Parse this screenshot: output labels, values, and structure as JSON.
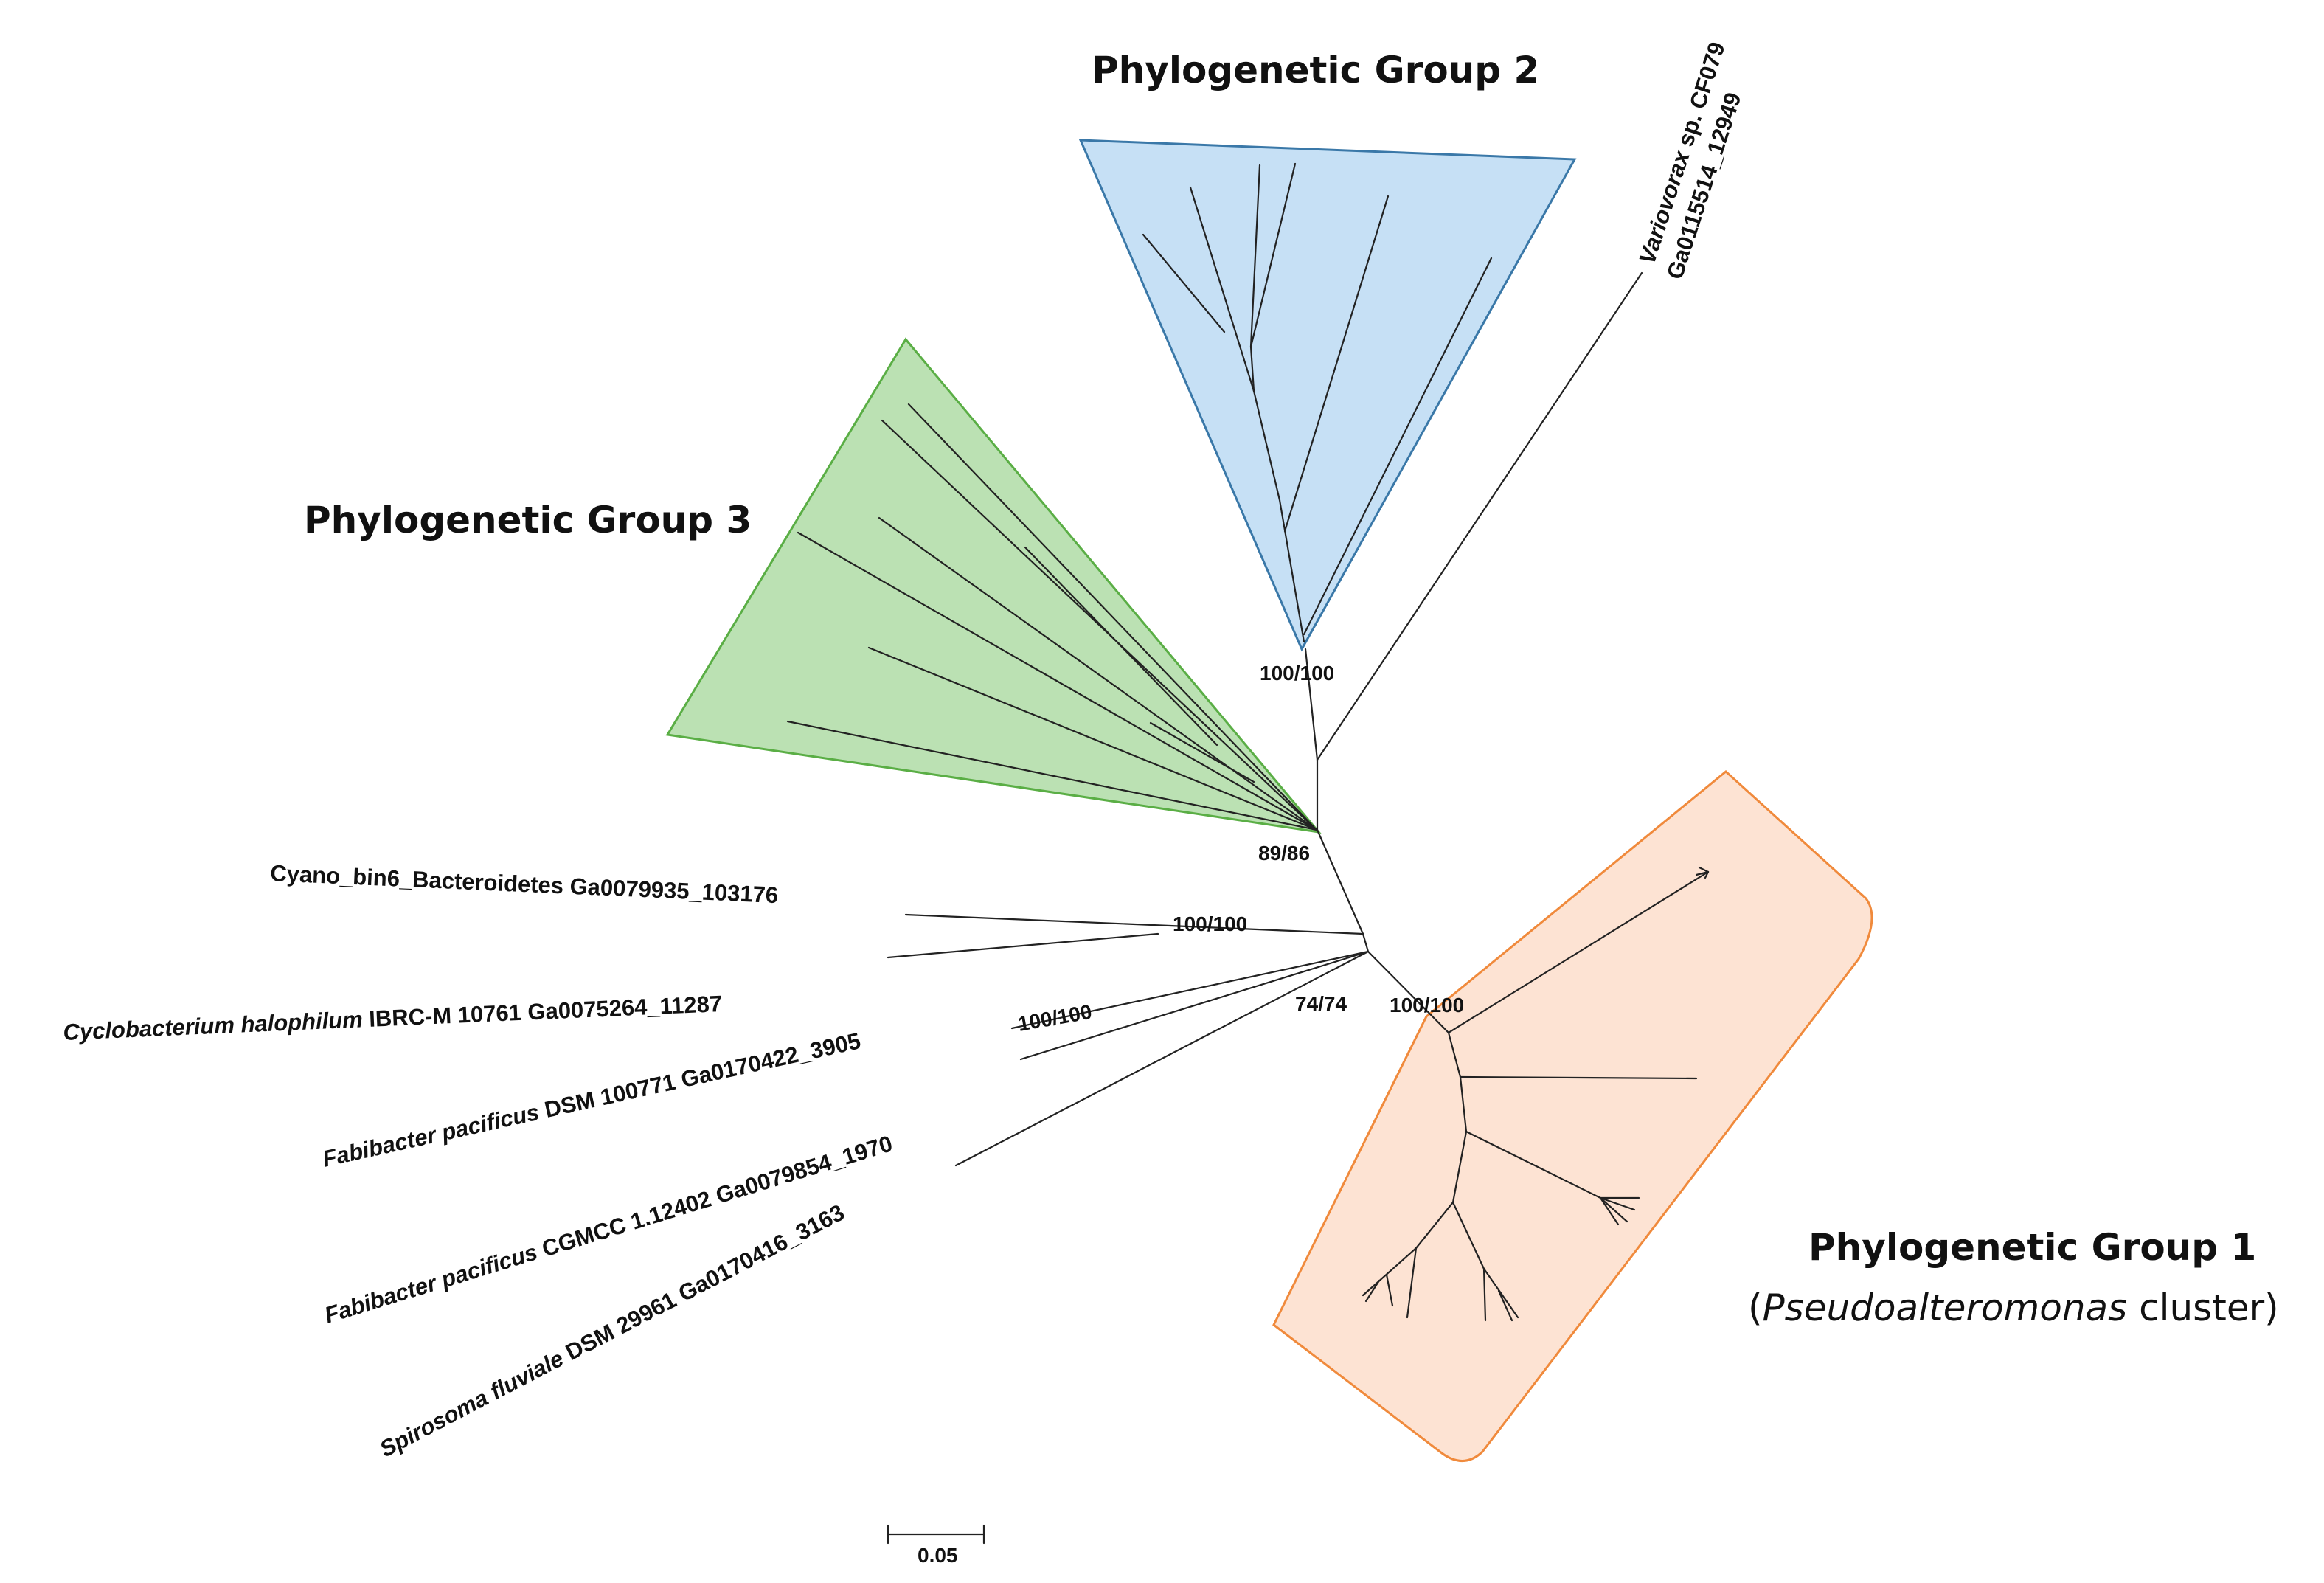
{
  "groups": {
    "g1": {
      "title": "Phylogenetic Group 1",
      "sub_open": "(",
      "sub_italic": "Pseudoalteromonas",
      "sub_close": " cluster)",
      "fill": "#fde3d3",
      "stroke": "#f08a3c"
    },
    "g2": {
      "title": "Phylogenetic Group 2",
      "fill": "#c6e0f5",
      "stroke": "#3a78a8"
    },
    "g3": {
      "title": "Phylogenetic Group 3",
      "fill": "#bbe1b3",
      "stroke": "#5aae45"
    }
  },
  "leaves": {
    "variovorax": {
      "italic": "Variovorax",
      "rest": " sp. CF079",
      "line2": "Ga0115514_12949"
    },
    "cyano": {
      "text": "Cyano_bin6_Bacteroidetes  Ga0079935_103176"
    },
    "cyclobacterium": {
      "italic": "Cyclobacterium  halophilum",
      "rest": "  IBRC-M 10761 Ga0075264_11287"
    },
    "fab1": {
      "italic": "Fabibacter  pacificus",
      "rest": "  DSM 100771 Ga0170422_3905"
    },
    "fab2": {
      "italic": "Fabibacter  pacificus",
      "rest": "  CGMCC 1.12402 Ga0079854_1970"
    },
    "spiro": {
      "italic": "Spirosoma fluviale",
      "rest": "  DSM 29961 Ga0170416_3163"
    }
  },
  "support": {
    "s_g2": "100/100",
    "s_root": "89/86",
    "s_cyano": "100/100",
    "s_fab": "100/100",
    "s_74": "74/74",
    "s_g1": "100/100"
  },
  "scale": {
    "label": "0.05"
  }
}
